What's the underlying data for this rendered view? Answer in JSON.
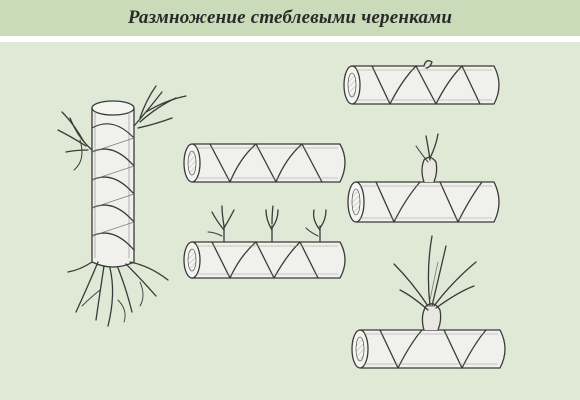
{
  "header": {
    "title": "Размножение стеблевыми черенками"
  },
  "colors": {
    "background": "#dfe9d6",
    "title_bar": "#c9dbb8",
    "ink": "#3a3a3a",
    "stem_fill": "#f0f0ec"
  },
  "figure": {
    "stages": [
      {
        "name": "cutting-rooted-with-shoots"
      },
      {
        "name": "cutting-horizontal-bare"
      },
      {
        "name": "cutting-horizontal-three-sprouts"
      },
      {
        "name": "cutting-horizontal-bud"
      },
      {
        "name": "cutting-horizontal-small-shoot"
      },
      {
        "name": "cutting-horizontal-grown-shoot"
      }
    ]
  }
}
